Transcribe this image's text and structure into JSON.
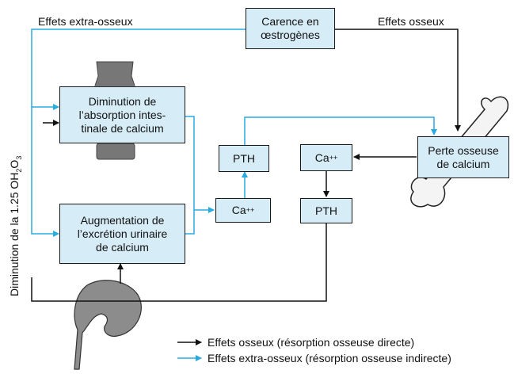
{
  "boxes": {
    "carence": "Carence en\nœstrogènes",
    "absorption": "Diminution de\nl’absorption intes-\ntinale de calcium",
    "excretion": "Augmentation de\nl’excrétion urinaire\nde calcium",
    "pth_left": "PTH",
    "ca_mid": "Ca",
    "ca_right": "Ca",
    "pth_right": "PTH",
    "perte": "Perte osseuse\nde calcium"
  },
  "ion_charge": "++",
  "labels": {
    "extra": "Effets extra-osseux",
    "osseux": "Effets osseux",
    "vertical_prefix": "Diminution de la 1.25 OH",
    "vertical_sub1": "2",
    "vertical_mid": "O",
    "vertical_sub2": "3"
  },
  "legend": [
    {
      "text": "Effets osseux (résorption osseuse directe)",
      "color": "#111111"
    },
    {
      "text": "Effets extra-osseux (résorption osseuse indirecte)",
      "color": "#29abe2"
    }
  ],
  "colors": {
    "bone_effect": "#111111",
    "extra_effect": "#29abe2",
    "box_fill": "#d6ecf7",
    "organ": "#8c8c8c"
  }
}
